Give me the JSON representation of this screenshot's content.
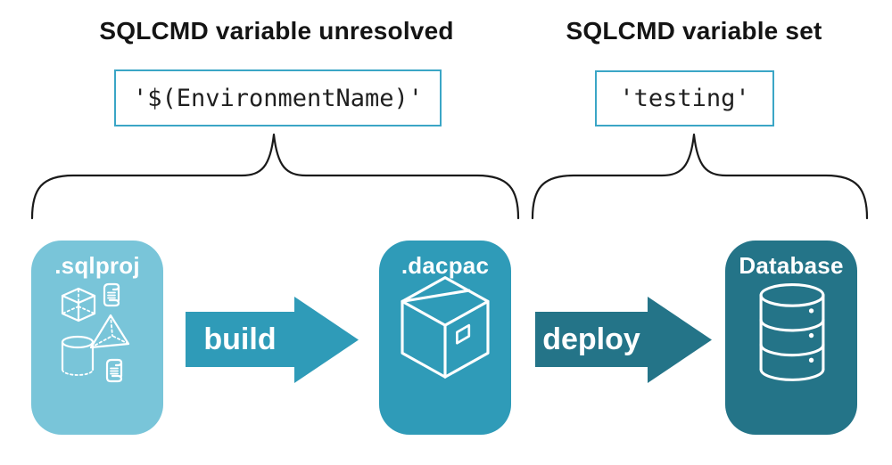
{
  "diagram": {
    "annotations": {
      "unresolved": {
        "title": "SQLCMD variable unresolved",
        "code": "'$(EnvironmentName)'"
      },
      "resolved": {
        "title": "SQLCMD variable set",
        "code": "'testing'"
      }
    },
    "stages": [
      {
        "label": ".sqlproj",
        "icon": "sql-objects-icon",
        "color": "#79C5D9"
      },
      {
        "label": ".dacpac",
        "icon": "package-box-icon",
        "color": "#2F9BB8"
      },
      {
        "label": "Database",
        "icon": "database-cylinder-icon",
        "color": "#247488"
      }
    ],
    "arrows": [
      {
        "label": "build",
        "color": "#2F9BB8"
      },
      {
        "label": "deploy",
        "color": "#247488"
      }
    ],
    "colors": {
      "background": "#ffffff",
      "heading_text": "#141414",
      "code_box_border": "#3BA6C6",
      "code_text": "#1f1f1f",
      "brace_stroke": "#1a1a1a",
      "card_text": "#ffffff"
    }
  }
}
